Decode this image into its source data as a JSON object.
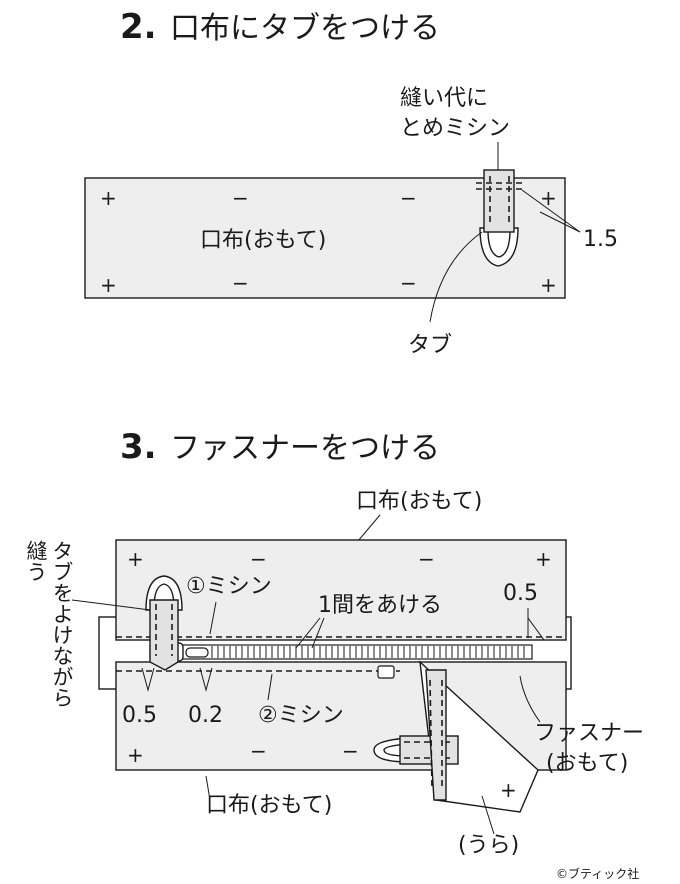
{
  "step2": {
    "number": "2.",
    "title": "口布にタブをつける",
    "callout_seam": [
      "縫い代に",
      "とめミシン"
    ],
    "cloth_label": "口布(おもて)",
    "measure": "1.5",
    "tab_label": "タブ",
    "marks": {
      "plus": "+",
      "minus": "−"
    }
  },
  "step3": {
    "number": "3.",
    "title": "ファスナーをつける",
    "top_cloth_label": "口布(おもて)",
    "side_label_col1": "縫う",
    "side_label_col2": "タブをよけながら",
    "stitch1": "①ミシン",
    "gap_label": "1間をあける",
    "measure_right": "0.5",
    "measure_left": "0.5",
    "measure_mid": "0.2",
    "stitch2": "②ミシン",
    "zipper_label": [
      "ファスナー",
      "(おもて)"
    ],
    "bottom_cloth_label": "口布(おもて)",
    "back_label": "(うら)"
  },
  "copyright": "©ブティック社"
}
